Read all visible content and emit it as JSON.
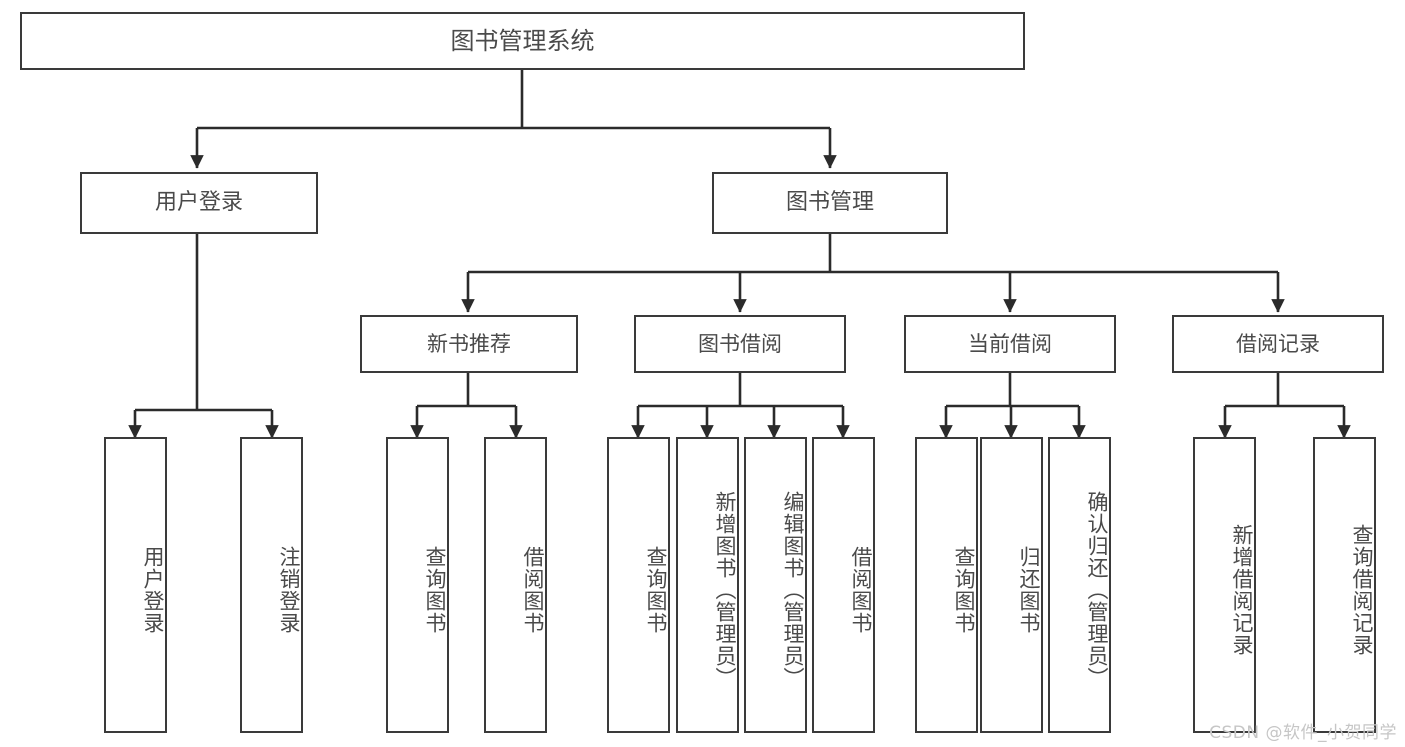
{
  "diagram": {
    "title": "图书管理系统",
    "type": "hierarchy-tree",
    "orientation": "top-down",
    "colors": {
      "border": "#3a3a3a",
      "text": "#4a4a4a",
      "background": "#ffffff",
      "edge": "#2b2b2b",
      "watermark": "#c6c6c6"
    },
    "nodes": {
      "root": "图书管理系统",
      "user_login": "用户登录",
      "book_manage": "图书管理",
      "new_book_rec": "新书推荐",
      "book_borrow": "图书借阅",
      "current_borrow": "当前借阅",
      "borrow_record": "借阅记录",
      "leaf_user_login": "用户登录",
      "leaf_logout": "注销登录",
      "leaf_query_book_1": "查询图书",
      "leaf_borrow_book_1": "借阅图书",
      "leaf_query_book_2": "查询图书",
      "leaf_add_book": "新增图书（管理员）",
      "leaf_edit_book": "编辑图书（管理员）",
      "leaf_borrow_book_2": "借阅图书",
      "leaf_query_book_3": "查询图书",
      "leaf_return_book": "归还图书",
      "leaf_confirm_return": "确认归还（管理员）",
      "leaf_add_record": "新增借阅记录",
      "leaf_query_record": "查询借阅记录"
    }
  },
  "watermark": {
    "text": "CSDN @软件_小贺同学"
  }
}
